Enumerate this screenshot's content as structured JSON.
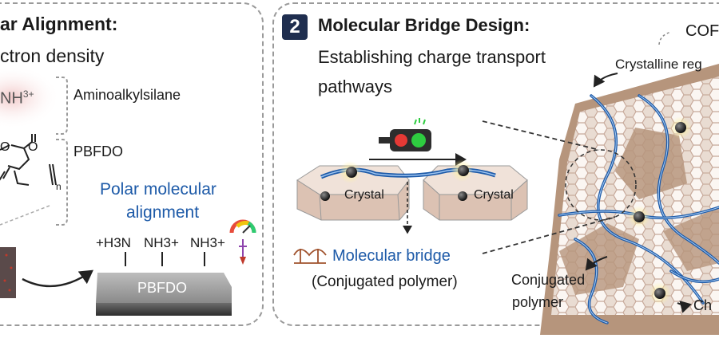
{
  "left_panel": {
    "heading": "ar Alignment:",
    "subheading": "ctron density",
    "cation_label": "NH",
    "cation_sup": "3+",
    "aminoalkylsilane_label": "Aminoalkylsilane",
    "pbfdo_label": "PBFDO",
    "subscript_n": "n",
    "polar_alignment_line1": "Polar molecular",
    "polar_alignment_line2": "alignment",
    "surface_groups": [
      "+H3N",
      "NH3+",
      "NH3+"
    ],
    "slab_label": "PBFDO",
    "partial_ring_atom": "O",
    "carbonyl_o": "O"
  },
  "right_panel": {
    "step_number": "2",
    "heading": "Molecular Bridge Design:",
    "subheading_line1": "Establishing charge transport",
    "subheading_line2": "pathways",
    "cof_label": "COF",
    "crystalline_region_label": "Crystalline reg",
    "crystal_left_label": "Crystal",
    "crystal_right_label": "Crystal",
    "molecular_bridge_label": "Molecular bridge",
    "conjugated_polymer_paren": "(Conjugated polymer)",
    "conjugated_label_line1": "Conjugated",
    "conjugated_label_line2": "polymer",
    "charge_label": "Ch"
  },
  "colors": {
    "bridge_blue": "#1d5aa8",
    "traffic_red": "#e53935",
    "traffic_green": "#2ecc40",
    "crystal_fill": "#e7d4c8",
    "cof_brown": "#b6957c"
  }
}
